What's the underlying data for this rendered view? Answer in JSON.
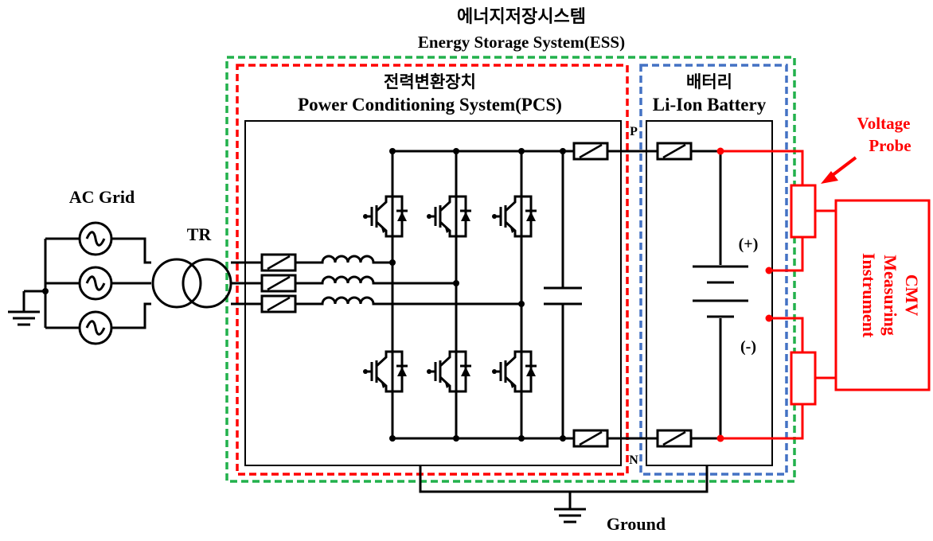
{
  "title": {
    "korean": "에너지저장시스템",
    "english": "Energy Storage System(ESS)"
  },
  "pcs": {
    "korean": "전력변환장치",
    "english": "Power Conditioning System(PCS)"
  },
  "battery": {
    "korean": "배터리",
    "english": "Li-Ion Battery",
    "plus": "(+)",
    "minus": "(-)"
  },
  "grid": {
    "label": "AC Grid"
  },
  "transformer": {
    "label": "TR"
  },
  "terminals": {
    "p": "P",
    "n": "N"
  },
  "probe": {
    "line1": "Voltage",
    "line2": "Probe"
  },
  "instrument": {
    "line1": "CMV",
    "line2": "Measuring",
    "line3": "Instrument"
  },
  "ground": {
    "label": "Ground"
  },
  "colors": {
    "ess_box": "#22b14c",
    "pcs_box": "#ff0000",
    "battery_box": "#4472c4",
    "measurement": "#ff0000",
    "wire": "#000000"
  }
}
